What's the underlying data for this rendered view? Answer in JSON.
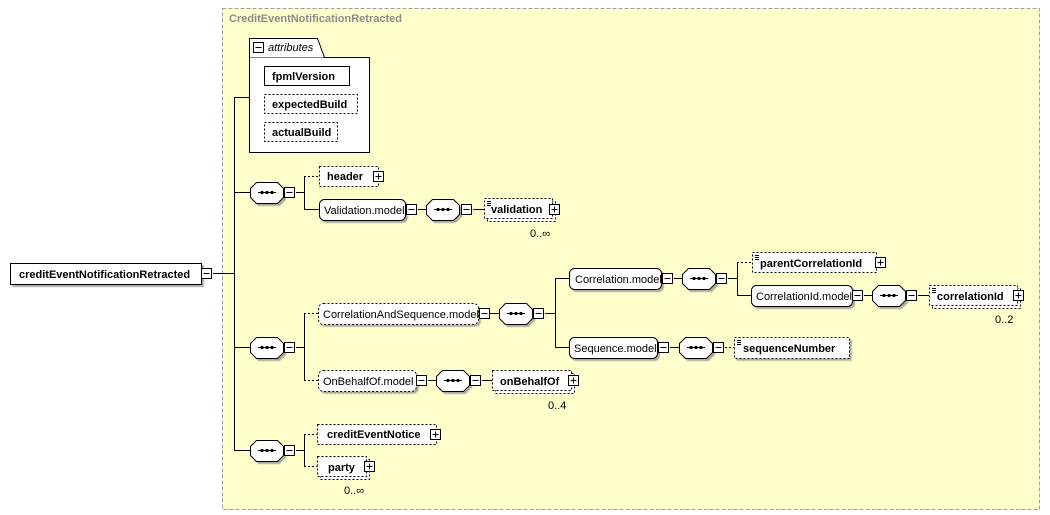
{
  "diagram": {
    "root_element": "creditEventNotificationRetracted",
    "complex_type_title": "CreditEventNotificationRetracted",
    "attributes": {
      "group_label": "attributes",
      "items": [
        "fpmlVersion",
        "expectedBuild",
        "actualBuild"
      ]
    },
    "nodes": {
      "header": "header",
      "validation_model": "Validation.model",
      "validation": "validation",
      "validation_occurs": "0..∞",
      "correlation_and_sequence": "CorrelationAndSequence.model",
      "correlation_model": "Correlation.model",
      "parent_correlation_id": "parentCorrelationId",
      "correlation_id_model": "CorrelationId.model",
      "correlation_id": "correlationId",
      "correlation_id_occurs": "0..2",
      "sequence_model": "Sequence.model",
      "sequence_number": "sequenceNumber",
      "on_behalf_of_model": "OnBehalfOf.model",
      "on_behalf_of": "onBehalfOf",
      "on_behalf_of_occurs": "0..4",
      "credit_event_notice": "creditEventNotice",
      "party": "party",
      "party_occurs": "0..∞"
    },
    "colors": {
      "container_fill": "#ffffcc",
      "container_border": "#a0a0a0",
      "box_fill": "#ffffff",
      "line": "#000000",
      "title": "#8c8c8c"
    }
  }
}
